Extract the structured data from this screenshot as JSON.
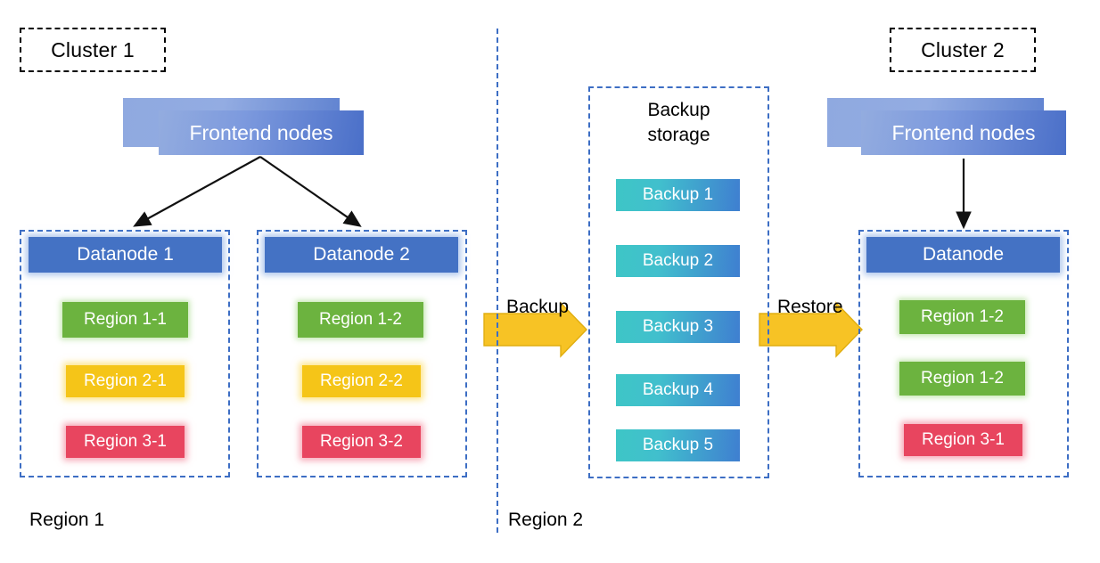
{
  "diagram": {
    "clusters": [
      {
        "label": "Cluster 1"
      },
      {
        "label": "Cluster 2"
      }
    ],
    "frontend_left": {
      "label": "Frontend nodes"
    },
    "frontend_right": {
      "label": "Frontend nodes"
    },
    "datanodes": [
      {
        "title": "Datanode 1",
        "regions": [
          {
            "label": "Region 1-1",
            "color": "#6cb33f"
          },
          {
            "label": "Region 2-1",
            "color": "#f5c518"
          },
          {
            "label": "Region 3-1",
            "color": "#e8455f"
          }
        ]
      },
      {
        "title": "Datanode 2",
        "regions": [
          {
            "label": "Region 1-2",
            "color": "#6cb33f"
          },
          {
            "label": "Region 2-2",
            "color": "#f5c518"
          },
          {
            "label": "Region 3-2",
            "color": "#e8455f"
          }
        ]
      },
      {
        "title": "Datanode",
        "regions": [
          {
            "label": "Region 1-2",
            "color": "#6cb33f"
          },
          {
            "label": "Region 1-2",
            "color": "#6cb33f"
          },
          {
            "label": "Region 3-1",
            "color": "#e8455f"
          }
        ]
      }
    ],
    "backup_storage": {
      "title_line1": "Backup",
      "title_line2": "storage",
      "items": [
        {
          "label": "Backup 1"
        },
        {
          "label": "Backup 2"
        },
        {
          "label": "Backup 3"
        },
        {
          "label": "Backup 4"
        },
        {
          "label": "Backup 5"
        }
      ]
    },
    "flow_arrows": [
      {
        "label": "Backup"
      },
      {
        "label": "Restore"
      }
    ],
    "region_labels": [
      {
        "label": "Region 1"
      },
      {
        "label": "Region 2"
      }
    ],
    "colors": {
      "dashed_blue": "#3d6ec4",
      "datanode_blue": "#4472c4",
      "arrow_yellow": "#f5c518",
      "arrow_black": "#111111",
      "green": "#6cb33f",
      "yellow": "#f5c518",
      "red": "#e8455f",
      "backup_gradient_from": "#3ec6c6",
      "backup_gradient_to": "#3f7fd0"
    }
  }
}
